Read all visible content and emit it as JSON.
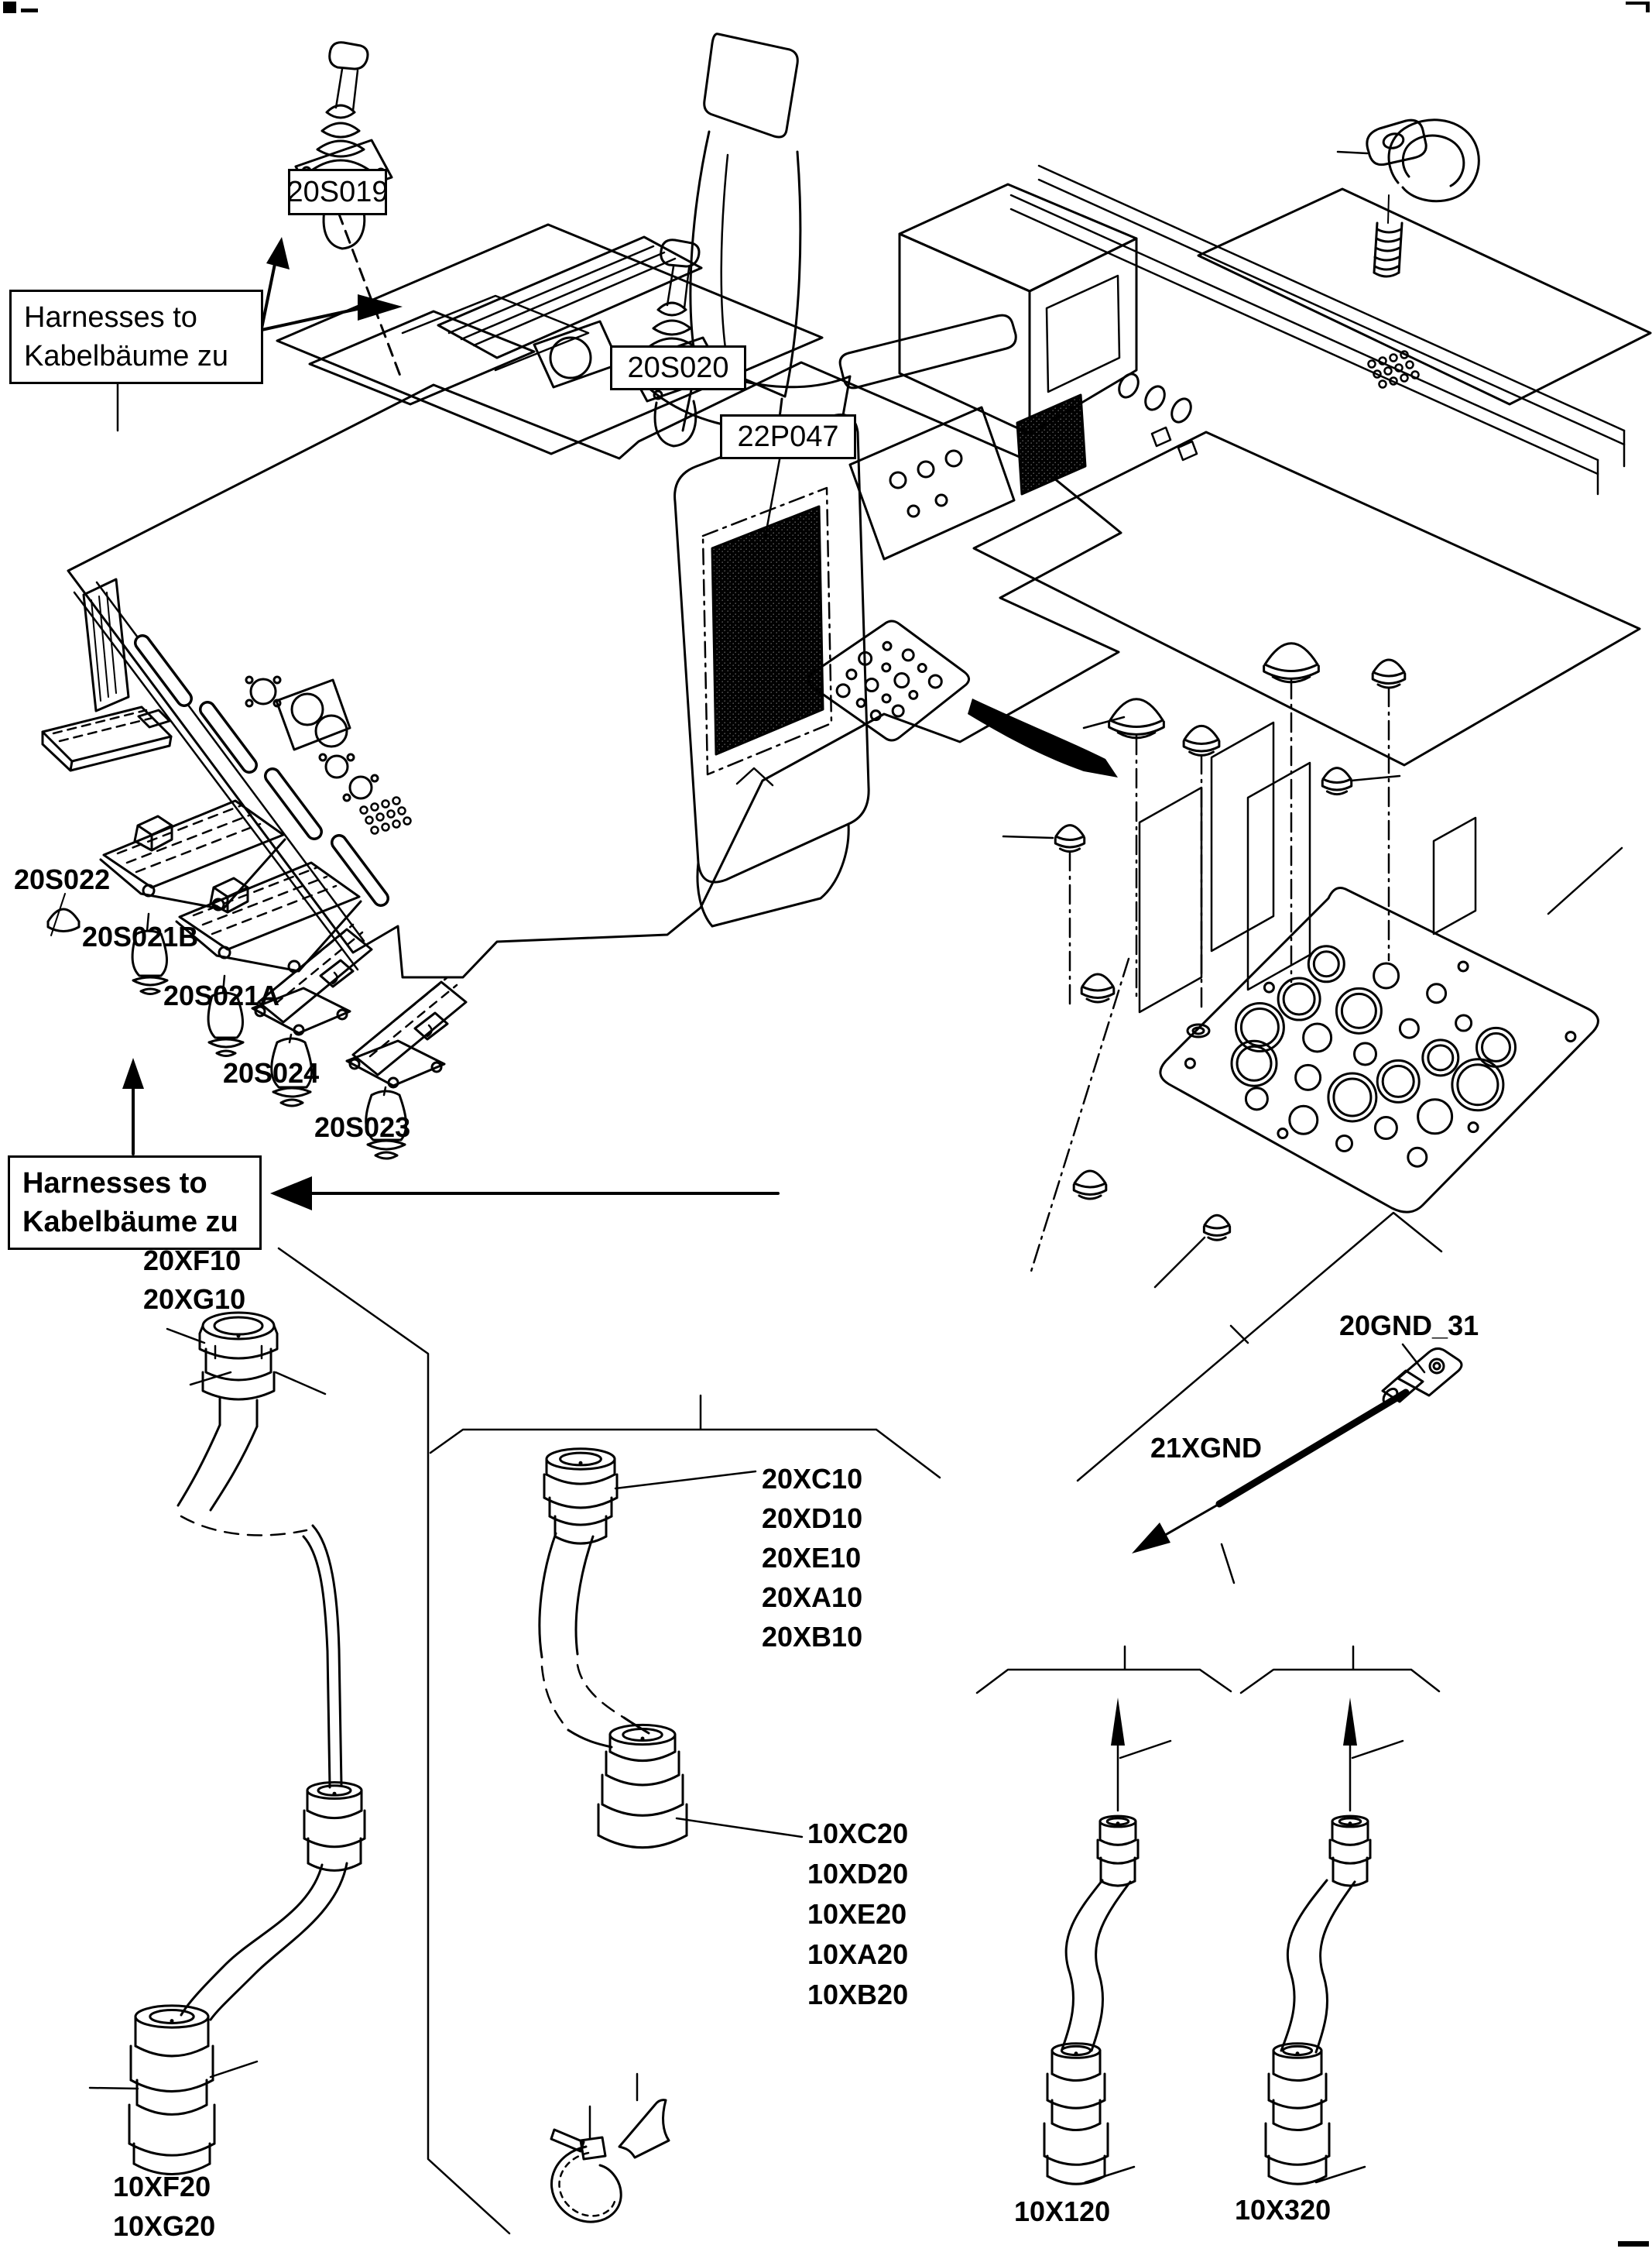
{
  "page": {
    "bg": "#ffffff",
    "ink": "#000000",
    "screen_shade": "#c4c4c4"
  },
  "boxed_callouts": {
    "joystick_left": "20S019",
    "joystick_right": "20S020",
    "display_panel": "22P047"
  },
  "harness_note_top": {
    "line1": "Harnesses to",
    "line2": "Kabelbäume zu"
  },
  "harness_note_bottom": {
    "line1": "Harnesses to",
    "line2": "Kabelbäume zu"
  },
  "pedal_labels": {
    "p1": "20S022",
    "p2": "20S021B",
    "p3": "20S021A",
    "p4": "20S024",
    "p5": "20S023"
  },
  "harness_labels": {
    "upper_left": [
      "20XF10",
      "20XG10"
    ],
    "cab_side": [
      "20XC10",
      "20XD10",
      "20XE10",
      "20XA10",
      "20XB10"
    ],
    "machine_side": [
      "10XC20",
      "10XD20",
      "10XE20",
      "10XA20",
      "10XB20"
    ],
    "lower_left": [
      "10XF20",
      "10XG20"
    ],
    "ground_lug": "20GND_31",
    "ground_harness": "21XGND",
    "right_cable_1": "10X120",
    "right_cable_2": "10X320"
  }
}
